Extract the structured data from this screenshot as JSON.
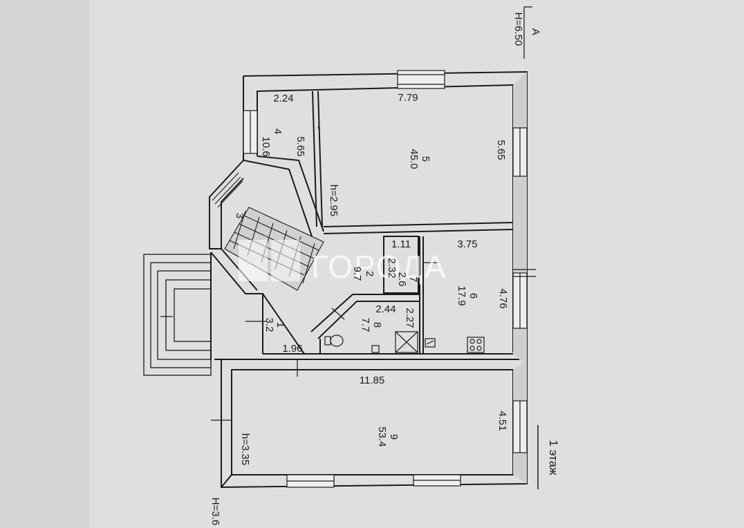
{
  "elevation_top": "H=6.50",
  "elevation_bottom": "H=3.6",
  "axis_letter": "A",
  "floor_label": "1 этаж",
  "watermark": "ГОРОДА",
  "rooms": [
    {
      "number": "4",
      "area": "10.6",
      "length": "5.65",
      "width": "2.24"
    },
    {
      "number": "5",
      "area": "45.0",
      "length": "5.65",
      "width": "7.79",
      "height": "h=2.95"
    },
    {
      "number": "3"
    },
    {
      "number": "2",
      "area": "9.7",
      "width": "2.32"
    },
    {
      "number": "7",
      "area": "2.6",
      "width": "1.11"
    },
    {
      "number": "6",
      "area": "17.9",
      "length": "4.76",
      "width": "3.75"
    },
    {
      "number": "8",
      "area": "7.7",
      "length": "2.27",
      "width": "2.44"
    },
    {
      "number": "1",
      "area": "3.2",
      "width": "1.96"
    },
    {
      "number": "9",
      "area": "53.4",
      "length": "4.51",
      "width": "11.85",
      "height": "h=3.35"
    }
  ]
}
